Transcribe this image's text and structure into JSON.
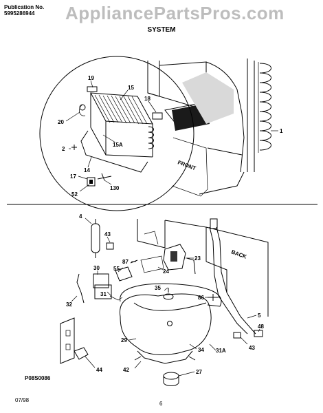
{
  "header": {
    "publication_label": "Publication No.",
    "publication_number": "5995286944",
    "watermark": "AppliancePartsPros.com",
    "title": "SYSTEM"
  },
  "diagram_code": "P08S0086",
  "footer": {
    "date": "07/98",
    "page": "6"
  },
  "top_callouts": [
    "19",
    "15",
    "18",
    "20",
    "2",
    "15A",
    "14",
    "17",
    "130",
    "52",
    "1"
  ],
  "bottom_callouts": [
    "4",
    "43",
    "87",
    "23",
    "55",
    "24",
    "30",
    "32",
    "31",
    "35",
    "86",
    "5",
    "29",
    "34",
    "31A",
    "42",
    "27",
    "44",
    "43",
    "48"
  ],
  "front_label": "FRONT",
  "back_label": "BACK"
}
